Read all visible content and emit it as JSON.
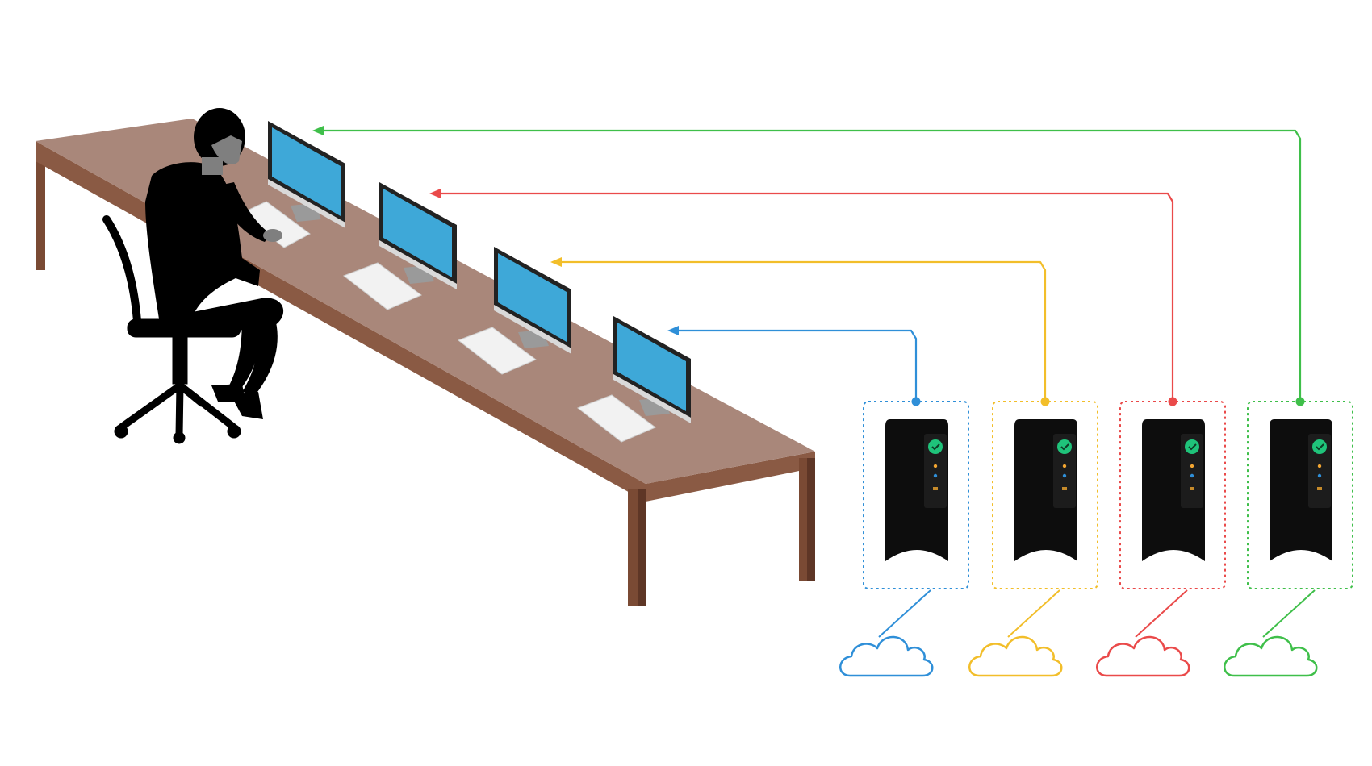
{
  "diagram": {
    "background": "#ffffff",
    "colors": {
      "table_top": "#a9877a",
      "table_edge": "#8a5a44",
      "table_leg": "#7a4a34",
      "person": "#000000",
      "person_skin": "#7f7f7f",
      "monitor_screen": "#3ea8d8",
      "monitor_frame": "#222222",
      "monitor_stand": "#9a9a9a",
      "keyboard": "#f2f2f2",
      "server_body": "#0d0d0d",
      "server_status": "#1fc37a"
    },
    "workstation": {
      "person_icon": "person-at-desk-silhouette",
      "chair_icon": "office-chair-icon",
      "monitor_count": 4
    },
    "connections": [
      {
        "id": "blue",
        "color": "#2f8fd8",
        "server_index": 1,
        "monitor_index": 4,
        "cloud_icon": "cloud-icon"
      },
      {
        "id": "yellow",
        "color": "#f2be2a",
        "server_index": 2,
        "monitor_index": 3,
        "cloud_icon": "cloud-icon"
      },
      {
        "id": "red",
        "color": "#ea4a4a",
        "server_index": 3,
        "monitor_index": 2,
        "cloud_icon": "cloud-icon"
      },
      {
        "id": "green",
        "color": "#3fbf4a",
        "server_index": 4,
        "monitor_index": 1,
        "cloud_icon": "cloud-icon"
      }
    ]
  }
}
